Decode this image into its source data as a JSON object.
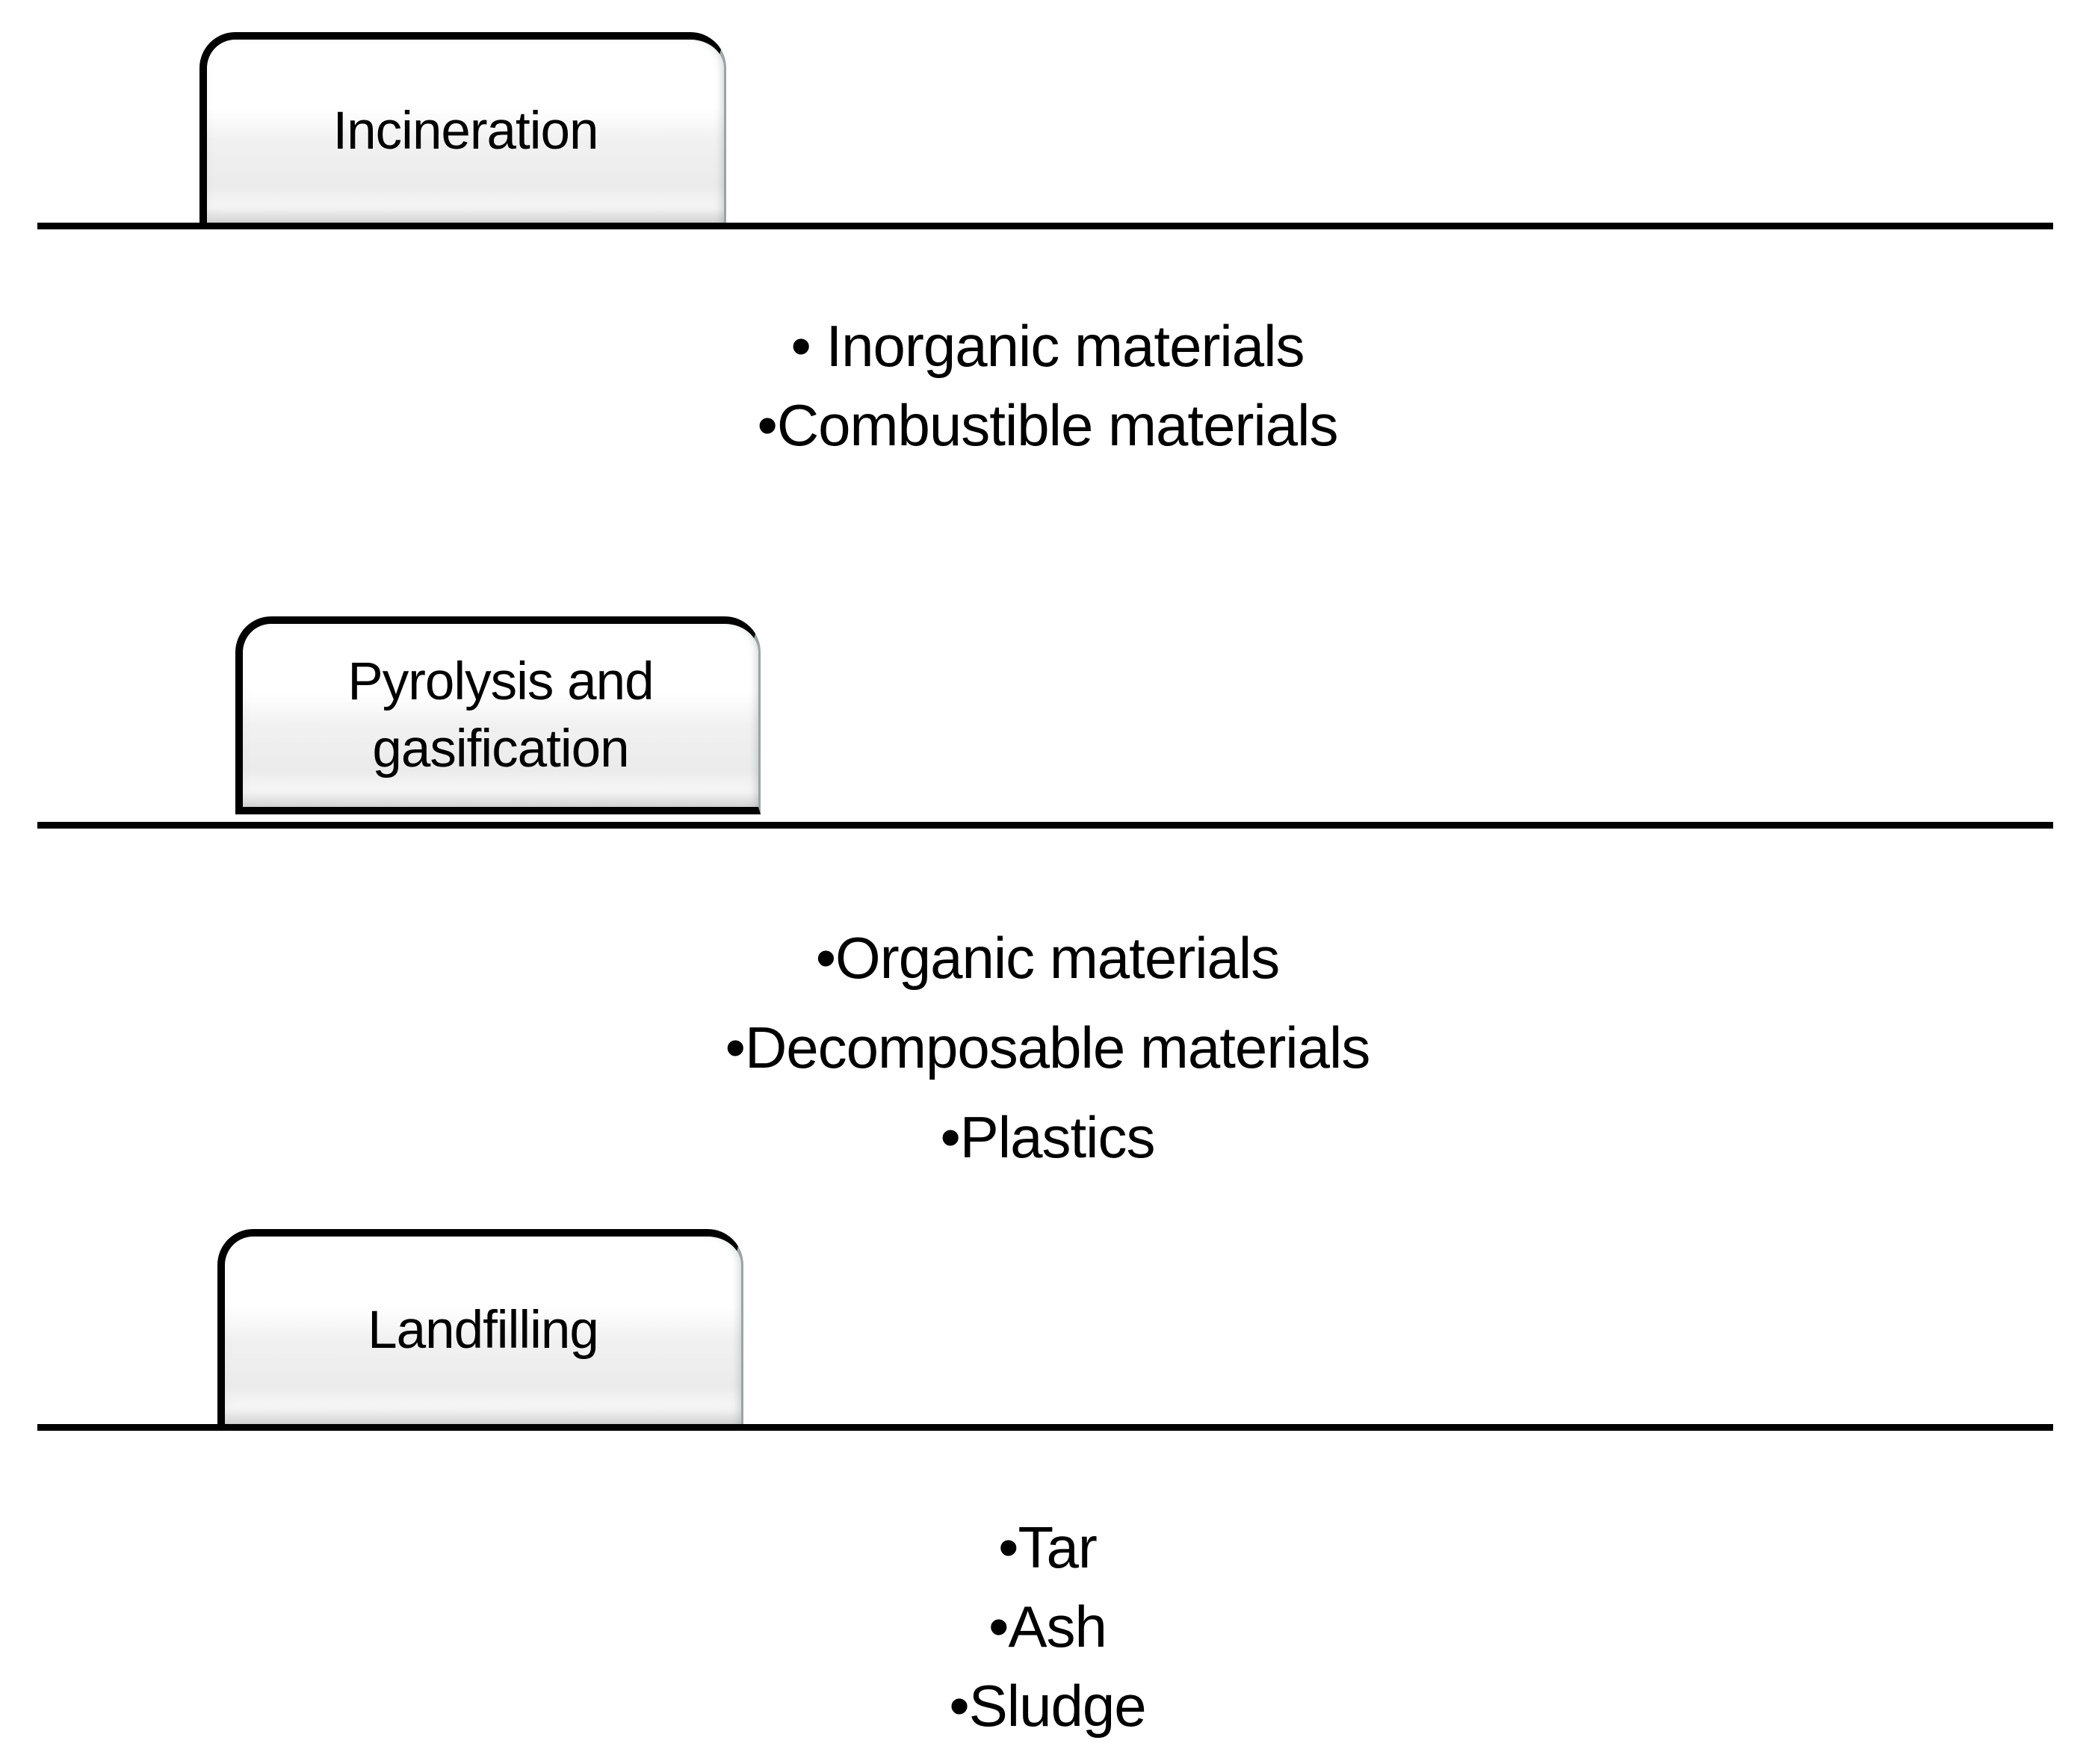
{
  "diagram": {
    "description": "Waste treatment methods with associated material streams",
    "colors": {
      "text": "#000000",
      "baseline": "#000000",
      "tab_border": "#000000",
      "tab_border_right": "#9aa4a7",
      "tab_fill_top": "#ffffff",
      "tab_fill_bottom": "#ebebeb"
    },
    "sections": [
      {
        "tab_label": "Incineration",
        "items": [
          "• Inorganic materials",
          "•Combustible materials"
        ]
      },
      {
        "tab_label": "Pyrolysis and gasification",
        "items": [
          "•Organic materials",
          "•Decomposable materials",
          "•Plastics"
        ]
      },
      {
        "tab_label": "Landfilling",
        "items": [
          "•Tar",
          "•Ash",
          "•Sludge"
        ]
      }
    ]
  }
}
